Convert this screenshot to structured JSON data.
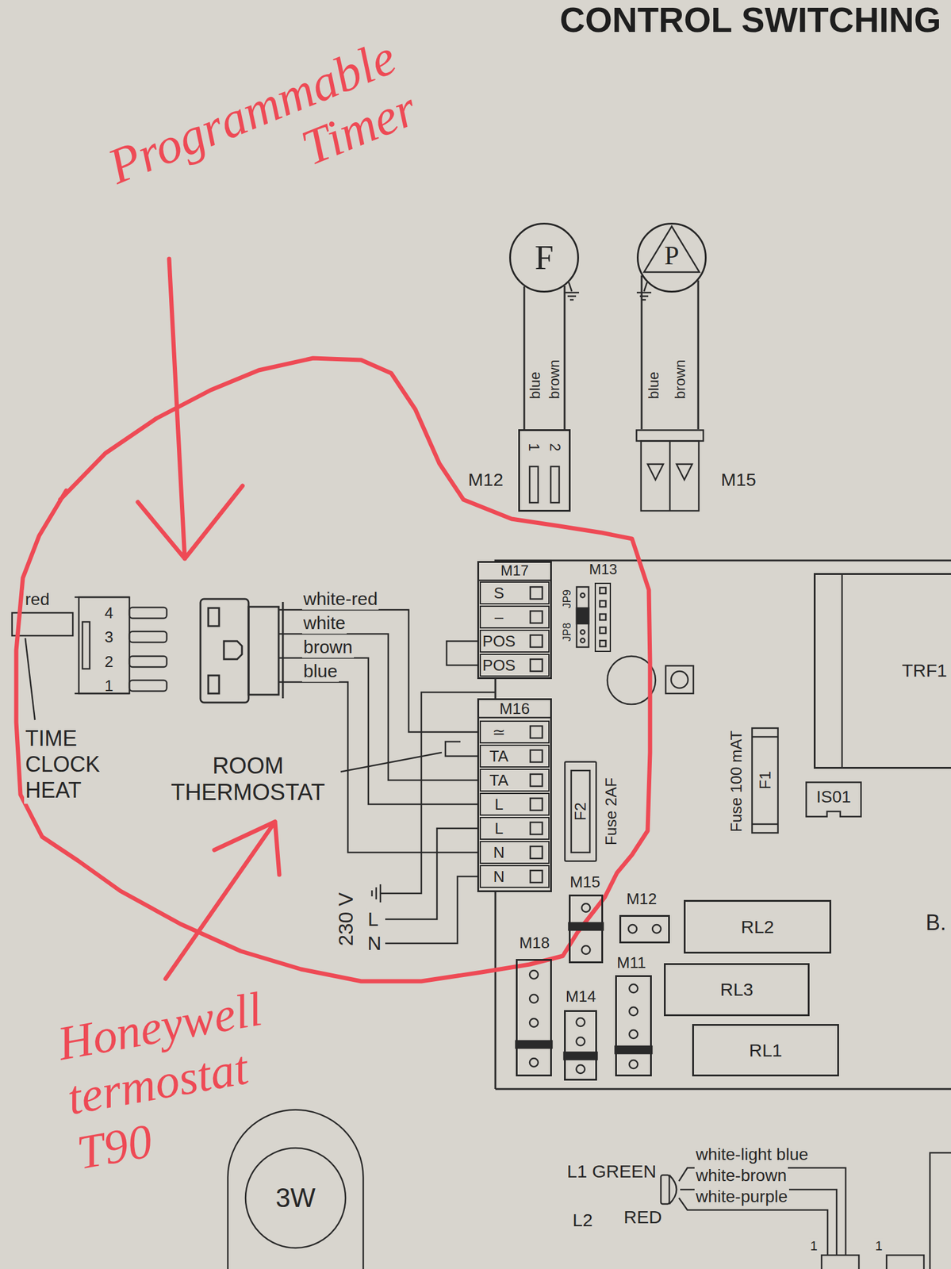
{
  "diagram": {
    "title": "CONTROL SWITCHING",
    "nodes": [
      {
        "text": [
          "F"
        ]
      },
      {
        "text": [
          "P"
        ]
      },
      {
        "text": [
          "1",
          "2",
          "M12"
        ]
      },
      {
        "text": [
          "M15"
        ]
      },
      {
        "text": [
          "M17"
        ]
      },
      {
        "text": [
          "S"
        ],
        "in": 4
      },
      {
        "text": [
          "–"
        ],
        "in": 4
      },
      {
        "text": [
          "POS"
        ],
        "in": 4
      },
      {
        "text": [
          "POS"
        ],
        "in": 4
      },
      {
        "text": [
          "M13"
        ]
      },
      {
        "text": [
          "M16"
        ]
      },
      {
        "text": [
          "≃"
        ],
        "in": 10
      },
      {
        "text": [
          "TA"
        ],
        "in": 10
      },
      {
        "text": [
          "TA"
        ],
        "in": 10
      },
      {
        "text": [
          "L"
        ],
        "in": 10
      },
      {
        "text": [
          "L"
        ],
        "in": 10
      },
      {
        "text": [
          "N"
        ],
        "in": 10
      },
      {
        "text": [
          "N"
        ],
        "in": 10
      },
      {
        "text": [
          "F2"
        ]
      },
      {
        "text": [
          "F1"
        ]
      },
      {
        "text": [
          "TRF1"
        ]
      },
      {
        "text": [
          "IS01"
        ]
      },
      {
        "text": [
          "M15"
        ]
      },
      {
        "text": [
          "M12"
        ]
      },
      {
        "text": [
          "RL2"
        ]
      },
      {
        "text": [
          "RL3"
        ]
      },
      {
        "text": [
          "RL1"
        ]
      },
      {
        "text": [
          "M18"
        ]
      },
      {
        "text": [
          "M14"
        ]
      },
      {
        "text": [
          "M11"
        ]
      },
      {
        "text": [
          "3W"
        ]
      },
      {
        "text": [
          "4",
          "3",
          "2",
          "1"
        ]
      }
    ],
    "edges": [
      {
        "from": 0,
        "to": 2,
        "arrow": "none"
      },
      {
        "from": 1,
        "to": 3,
        "arrow": "none"
      }
    ],
    "labels": [
      "Programmable Timer",
      "blue",
      "brown",
      "blue",
      "brown",
      "JP9",
      "JP8",
      "red",
      "white-red",
      "white",
      "brown",
      "blue",
      "TIME CLOCK HEAT",
      "ROOM THERMOSTAT",
      "230 V",
      "L",
      "N",
      "Fuse 2AF",
      "Fuse 100 mAT",
      "B.",
      "Honeywell termostat T90",
      "L1 GREEN",
      "white-light blue",
      "white-brown",
      "white-purple",
      "L2",
      "RED",
      "1",
      "1"
    ]
  }
}
